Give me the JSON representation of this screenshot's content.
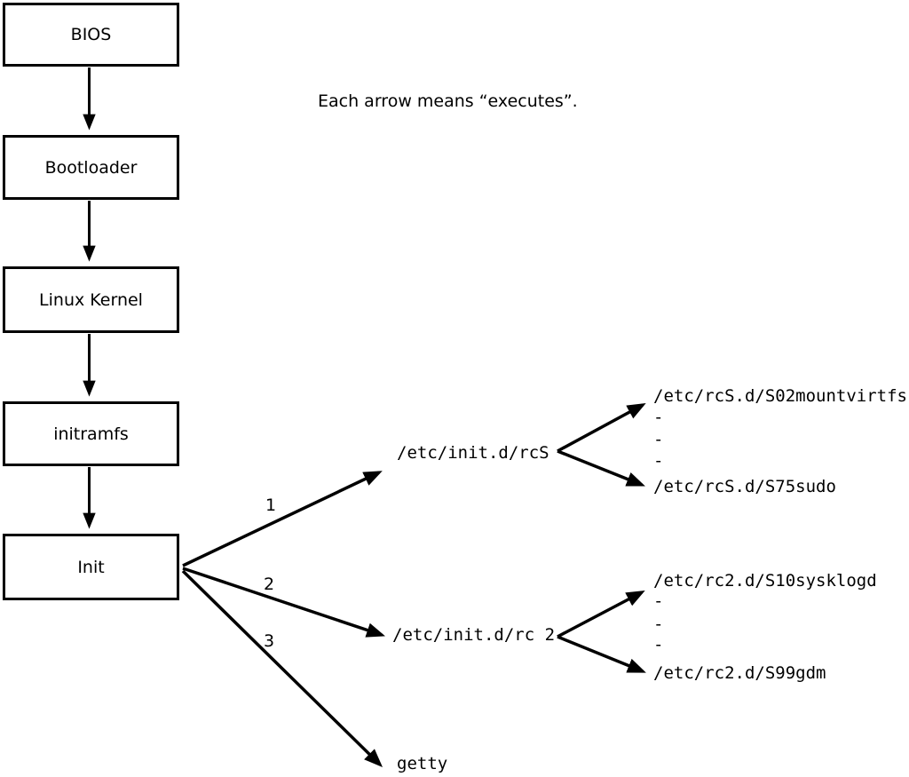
{
  "diagram": {
    "note": "Each arrow means “executes”.",
    "chain": [
      {
        "label": "BIOS"
      },
      {
        "label": "Bootloader"
      },
      {
        "label": "Linux Kernel"
      },
      {
        "label": "initramfs"
      },
      {
        "label": "Init"
      }
    ],
    "branches": [
      {
        "number": "1",
        "target": "/etc/init.d/rcS",
        "children": [
          "/etc/rcS.d/S02mountvirtfs",
          "-",
          "-",
          "-",
          "/etc/rcS.d/S75sudo"
        ]
      },
      {
        "number": "2",
        "target": "/etc/init.d/rc 2",
        "children": [
          "/etc/rc2.d/S10sysklogd",
          "-",
          "-",
          "-",
          "/etc/rc2.d/S99gdm"
        ]
      },
      {
        "number": "3",
        "target": "getty",
        "children": []
      }
    ],
    "colors": {
      "line": "#000000",
      "text": "#000000",
      "background": "#ffffff"
    }
  }
}
